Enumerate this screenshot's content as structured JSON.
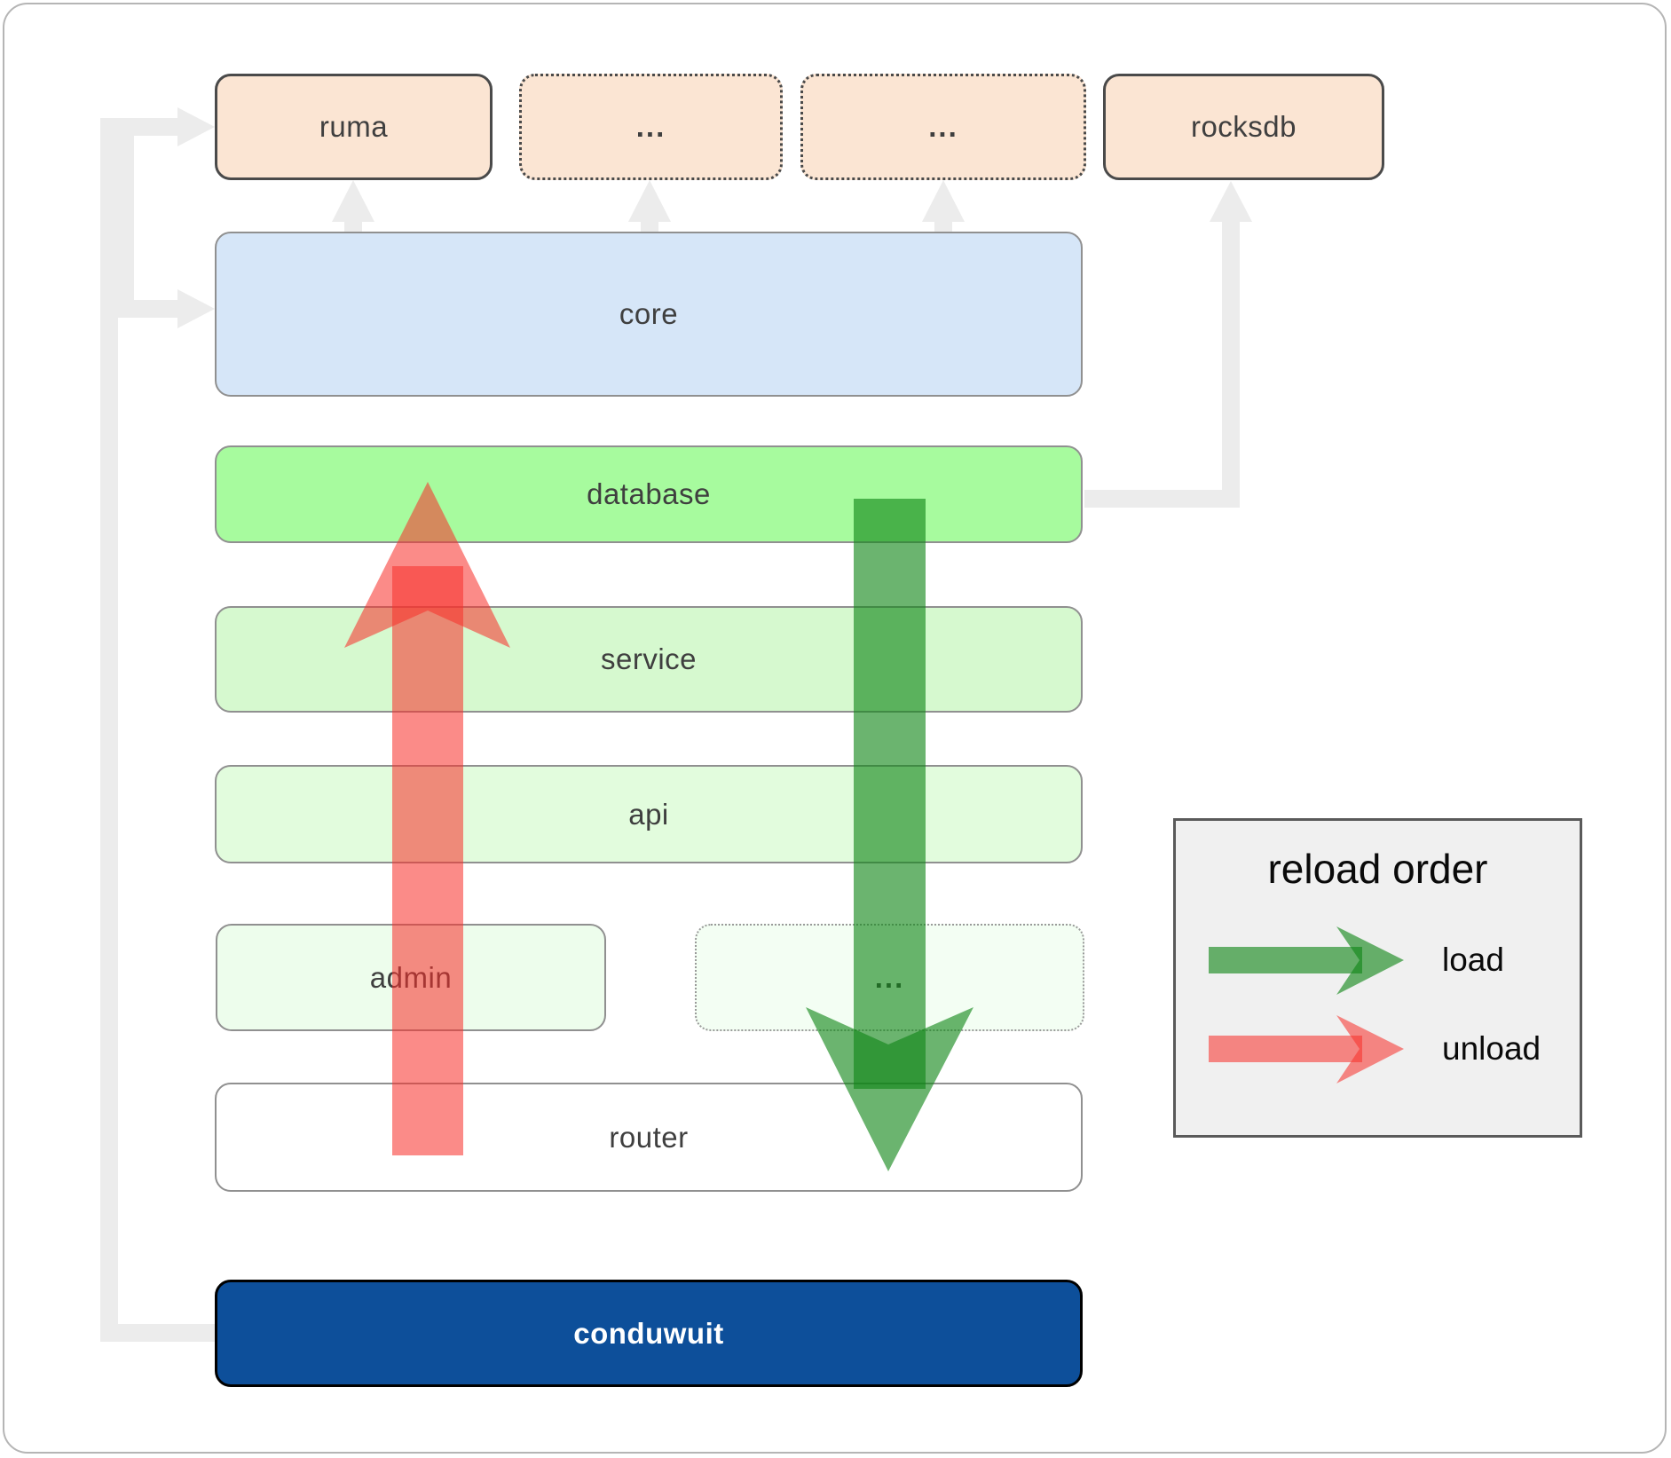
{
  "diagram": {
    "boxes": {
      "ruma": {
        "label": "ruma"
      },
      "dots1": {
        "label": "..."
      },
      "dots2": {
        "label": "..."
      },
      "rocksdb": {
        "label": "rocksdb"
      },
      "core": {
        "label": "core"
      },
      "database": {
        "label": "database"
      },
      "service": {
        "label": "service"
      },
      "api": {
        "label": "api"
      },
      "admin": {
        "label": "admin"
      },
      "admin_dots": {
        "label": "..."
      },
      "router": {
        "label": "router"
      },
      "conduwuit": {
        "label": "conduwuit"
      }
    },
    "legend": {
      "title": "reload order",
      "load_label": "load",
      "unload_label": "unload"
    },
    "colors": {
      "peach_box": "#fbe5d3",
      "core_box": "#d6e6f8",
      "database_box": "#a7fb9e",
      "service_box": "#d6f9cf",
      "api_box": "#e2fcdd",
      "admin_box": "#edfdec",
      "admin_dots_box": "#f3fef3",
      "conduwuit_box": "#0d4f9a",
      "legend_panel": "#f0f0f0",
      "load_arrow_green": "#108616",
      "unload_arrow_red": "#f7302a",
      "connector_gray": "#ececec",
      "label_text": "#3f3f3f"
    }
  }
}
